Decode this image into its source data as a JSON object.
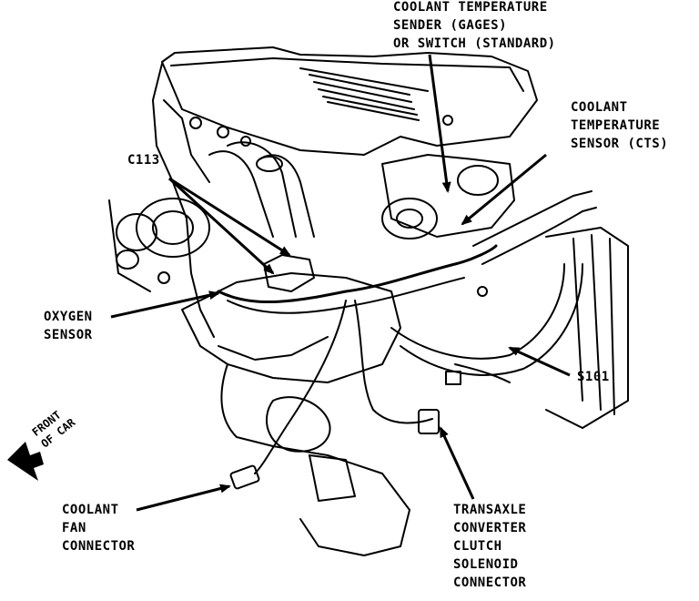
{
  "labels": {
    "coolant_temp_sender": [
      "COOLANT TEMPERATURE",
      "SENDER (GAGES)",
      "OR SWITCH (STANDARD)"
    ],
    "cts": [
      "COOLANT",
      "TEMPERATURE",
      "SENSOR (CTS)"
    ],
    "c113": "C113",
    "oxygen_sensor": [
      "OXYGEN",
      "SENSOR"
    ],
    "s101": "S101",
    "front_of_car": [
      "FRONT",
      "OF CAR"
    ],
    "coolant_fan_connector": [
      "COOLANT",
      "FAN",
      "CONNECTOR"
    ],
    "transaxle": [
      "TRANSAXLE",
      "CONVERTER",
      "CLUTCH",
      "SOLENOID",
      "CONNECTOR"
    ]
  },
  "colors": {
    "ink": "#000000",
    "paper": "#ffffff"
  }
}
